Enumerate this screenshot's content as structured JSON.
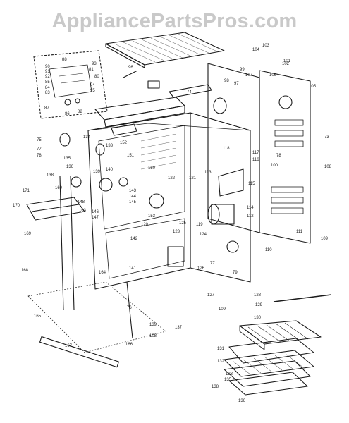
{
  "watermark": "AppliancePartsPros.com",
  "part_labels": [
    {
      "id": "top-panel",
      "text": "96"
    },
    {
      "id": "ctrl-panel",
      "text": "88"
    },
    {
      "id": "ctrl-a",
      "text": "87"
    },
    {
      "id": "ctrl-b",
      "text": "85"
    },
    {
      "id": "ctrl-c",
      "text": "84"
    },
    {
      "id": "ctrl-d",
      "text": "83"
    },
    {
      "id": "ctrl-e",
      "text": "82"
    },
    {
      "id": "ctrl-f",
      "text": "81"
    },
    {
      "id": "ctrl-g",
      "text": "80"
    },
    {
      "id": "ctrl-h",
      "text": "86"
    },
    {
      "id": "ctrl-i",
      "text": "90"
    },
    {
      "id": "ctrl-j",
      "text": "91"
    },
    {
      "id": "ctrl-k",
      "text": "92"
    },
    {
      "id": "ctrl-l",
      "text": "93"
    },
    {
      "id": "ctrl-m",
      "text": "94"
    },
    {
      "id": "ctrl-n",
      "text": "95"
    },
    {
      "id": "left-a",
      "text": "75"
    },
    {
      "id": "left-b",
      "text": "77"
    },
    {
      "id": "left-c",
      "text": "78"
    },
    {
      "id": "left-d",
      "text": "134"
    },
    {
      "id": "left-e",
      "text": "133"
    },
    {
      "id": "left-f",
      "text": "135"
    },
    {
      "id": "left-g",
      "text": "136"
    },
    {
      "id": "left-h",
      "text": "138"
    },
    {
      "id": "left-i",
      "text": "171"
    },
    {
      "id": "left-j",
      "text": "170"
    },
    {
      "id": "left-k",
      "text": "169"
    },
    {
      "id": "left-l",
      "text": "168"
    },
    {
      "id": "left-m",
      "text": "167"
    },
    {
      "id": "left-n",
      "text": "166"
    },
    {
      "id": "left-o",
      "text": "165"
    },
    {
      "id": "left-p",
      "text": "164"
    },
    {
      "id": "left-q",
      "text": "163"
    },
    {
      "id": "left-r",
      "text": "160"
    },
    {
      "id": "mid-a",
      "text": "150"
    },
    {
      "id": "mid-b",
      "text": "151"
    },
    {
      "id": "mid-c",
      "text": "152"
    },
    {
      "id": "mid-d",
      "text": "153"
    },
    {
      "id": "mid-e",
      "text": "142"
    },
    {
      "id": "mid-f",
      "text": "143"
    },
    {
      "id": "mid-g",
      "text": "144"
    },
    {
      "id": "mid-h",
      "text": "145"
    },
    {
      "id": "mid-i",
      "text": "146"
    },
    {
      "id": "mid-j",
      "text": "147"
    },
    {
      "id": "mid-k",
      "text": "148"
    },
    {
      "id": "mid-l",
      "text": "140"
    },
    {
      "id": "mid-m",
      "text": "141"
    },
    {
      "id": "mid-n",
      "text": "139"
    },
    {
      "id": "mid-o",
      "text": "127"
    },
    {
      "id": "mid-p",
      "text": "126"
    },
    {
      "id": "mid-q",
      "text": "125"
    },
    {
      "id": "mid-r",
      "text": "124"
    },
    {
      "id": "mid-s",
      "text": "120"
    },
    {
      "id": "mid-t",
      "text": "119"
    },
    {
      "id": "mid-u",
      "text": "121"
    },
    {
      "id": "mid-v",
      "text": "122"
    },
    {
      "id": "mid-w",
      "text": "123"
    },
    {
      "id": "mid-x",
      "text": "118"
    },
    {
      "id": "mid-y",
      "text": "117"
    },
    {
      "id": "mid-z",
      "text": "116"
    },
    {
      "id": "mid-aa",
      "text": "115"
    },
    {
      "id": "mid-ab",
      "text": "114"
    },
    {
      "id": "mid-ac",
      "text": "113"
    },
    {
      "id": "mid-ad",
      "text": "112"
    },
    {
      "id": "mid-ae",
      "text": "111"
    },
    {
      "id": "mid-af",
      "text": "110"
    },
    {
      "id": "mid-ag",
      "text": "79"
    },
    {
      "id": "mid-ah",
      "text": "76"
    },
    {
      "id": "mid-ai",
      "text": "77"
    },
    {
      "id": "right-a",
      "text": "102"
    },
    {
      "id": "right-b",
      "text": "103"
    },
    {
      "id": "right-c",
      "text": "104"
    },
    {
      "id": "right-d",
      "text": "105"
    },
    {
      "id": "right-e",
      "text": "106"
    },
    {
      "id": "right-f",
      "text": "107"
    },
    {
      "id": "right-g",
      "text": "108"
    },
    {
      "id": "right-h",
      "text": "109"
    },
    {
      "id": "right-i",
      "text": "100"
    },
    {
      "id": "right-j",
      "text": "101"
    },
    {
      "id": "right-k",
      "text": "99"
    },
    {
      "id": "right-l",
      "text": "98"
    },
    {
      "id": "right-m",
      "text": "97"
    },
    {
      "id": "right-n",
      "text": "73"
    },
    {
      "id": "right-o",
      "text": "74"
    },
    {
      "id": "right-p",
      "text": "78"
    },
    {
      "id": "bot-a",
      "text": "128"
    },
    {
      "id": "bot-b",
      "text": "129"
    },
    {
      "id": "bot-c",
      "text": "130"
    },
    {
      "id": "bot-d",
      "text": "131"
    },
    {
      "id": "bot-e",
      "text": "132"
    },
    {
      "id": "bot-f",
      "text": "133"
    },
    {
      "id": "bot-g",
      "text": "135"
    },
    {
      "id": "bot-h",
      "text": "136"
    },
    {
      "id": "bot-i",
      "text": "137"
    },
    {
      "id": "bot-j",
      "text": "138"
    },
    {
      "id": "bot-k",
      "text": "139"
    },
    {
      "id": "bot-l",
      "text": "108"
    },
    {
      "id": "bot-m",
      "text": "109"
    }
  ],
  "colors": {
    "ink": "#1a1a1a",
    "watermark": "#c9c9c9",
    "background": "#ffffff"
  }
}
